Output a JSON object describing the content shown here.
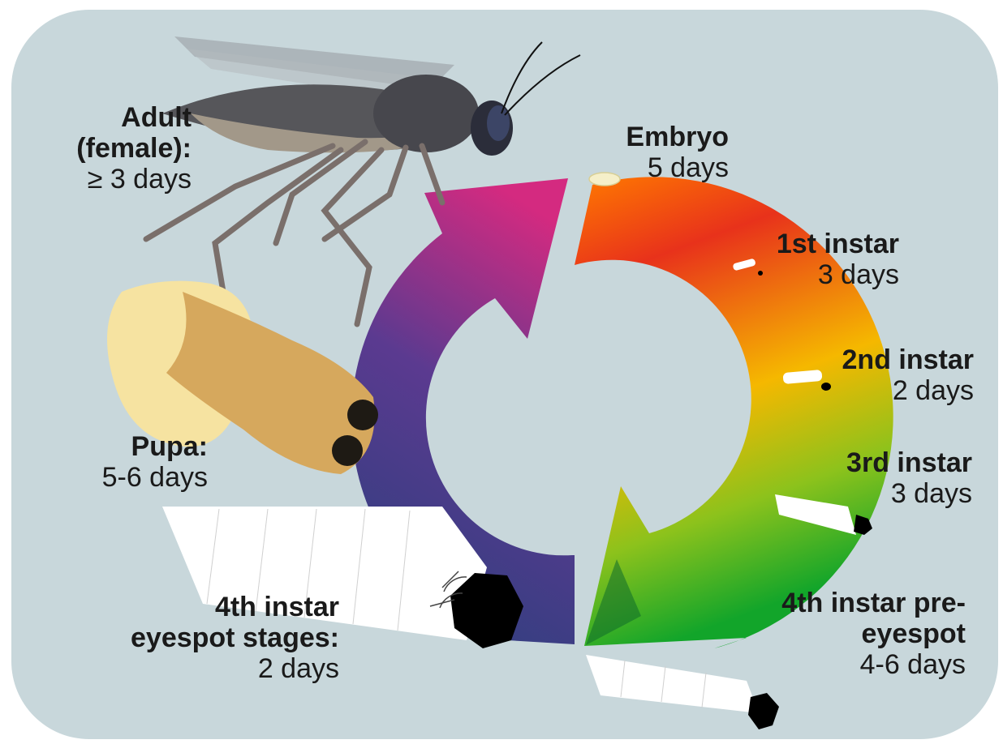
{
  "stages": {
    "adult": {
      "name": "Adult",
      "name2": "(female):",
      "duration": "≥ 3 days"
    },
    "embryo": {
      "name": "Embryo",
      "duration": "5 days"
    },
    "instar1": {
      "name": "1st instar",
      "duration": "3 days"
    },
    "instar2": {
      "name": "2nd instar",
      "duration": "2 days"
    },
    "instar3": {
      "name": "3rd instar",
      "duration": "3 days"
    },
    "instar4pre": {
      "name": "4th instar pre-",
      "name2": "eyespot",
      "duration": "4-6 days"
    },
    "instar4eye": {
      "name": "4th instar",
      "name2": "eyespot stages:",
      "duration": "2 days"
    },
    "pupa": {
      "name": "Pupa:",
      "duration": "5-6 days"
    }
  },
  "colors": {
    "background": "#c8d7db",
    "right_arc_top": "#e8321b",
    "right_arc_mid": "#f5b800",
    "right_arc_bottom": "#1aa52a",
    "left_arc_top": "#d42a7c",
    "left_arc_bottom": "#2d3f7e"
  }
}
